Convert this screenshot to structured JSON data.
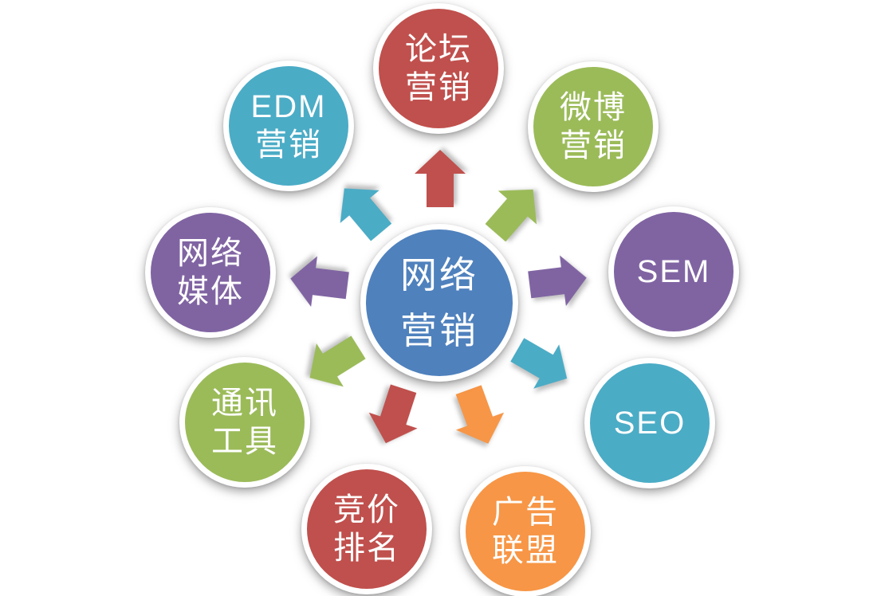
{
  "diagram": {
    "center": {
      "id": "network-marketing",
      "lines": [
        "网络",
        "营销"
      ],
      "color": "#4F81BD"
    },
    "nodes": [
      {
        "id": "forum-marketing",
        "lines": [
          "论坛",
          "营销"
        ],
        "color": "#C0504D"
      },
      {
        "id": "edm-marketing",
        "lines": [
          "EDM",
          "营销"
        ],
        "color": "#4BACC6"
      },
      {
        "id": "weibo-marketing",
        "lines": [
          "微博",
          "营销"
        ],
        "color": "#9BBB59"
      },
      {
        "id": "network-media",
        "lines": [
          "网络",
          "媒体"
        ],
        "color": "#8064A2"
      },
      {
        "id": "sem",
        "lines": [
          "SEM"
        ],
        "color": "#8064A2"
      },
      {
        "id": "communication-tools",
        "lines": [
          "通讯",
          "工具"
        ],
        "color": "#9BBB59"
      },
      {
        "id": "seo",
        "lines": [
          "SEO"
        ],
        "color": "#4BACC6"
      },
      {
        "id": "bid-ranking",
        "lines": [
          "竞价",
          "排名"
        ],
        "color": "#C0504D"
      },
      {
        "id": "ad-alliance",
        "lines": [
          "广告",
          "联盟"
        ],
        "color": "#F79646"
      }
    ],
    "arrows": [
      {
        "to": "forum-marketing",
        "color": "#C0504D"
      },
      {
        "to": "edm-marketing",
        "color": "#4BACC6"
      },
      {
        "to": "weibo-marketing",
        "color": "#9BBB59"
      },
      {
        "to": "network-media",
        "color": "#8064A2"
      },
      {
        "to": "sem",
        "color": "#8064A2"
      },
      {
        "to": "communication-tools",
        "color": "#9BBB59"
      },
      {
        "to": "seo",
        "color": "#4BACC6"
      },
      {
        "to": "bid-ranking",
        "color": "#C0504D"
      },
      {
        "to": "ad-alliance",
        "color": "#F79646"
      }
    ]
  }
}
